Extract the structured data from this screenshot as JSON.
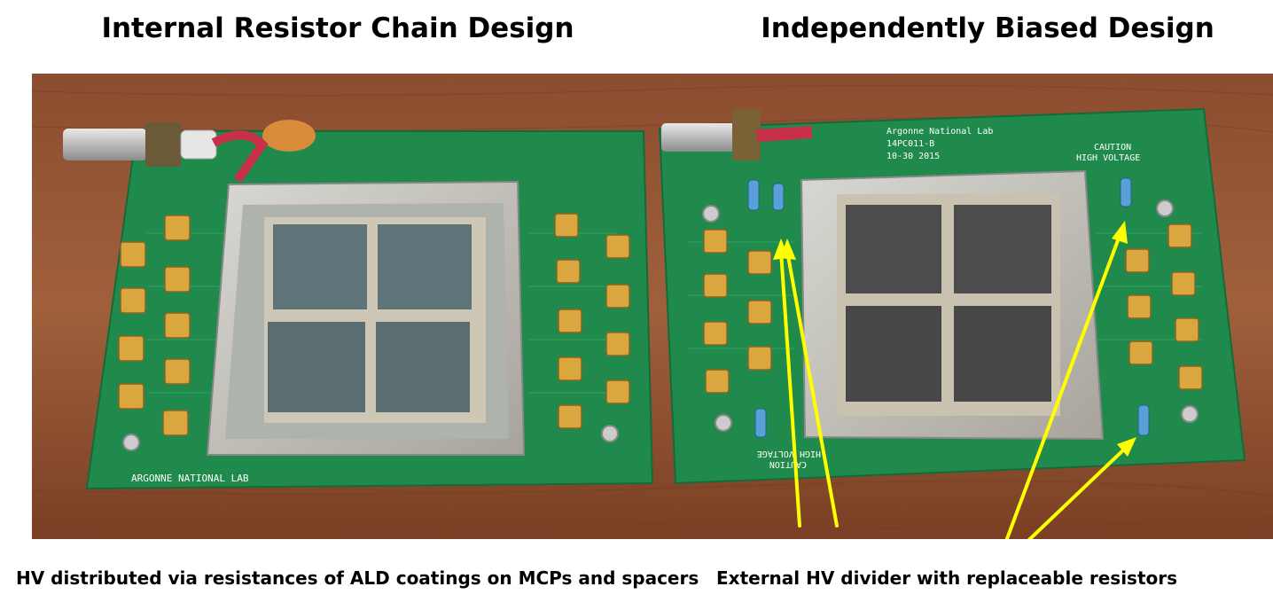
{
  "headings": {
    "left": "Internal Resistor Chain Design",
    "right": "Independently Biased Design"
  },
  "captions": {
    "left": "HV distributed via resistances of ALD coatings on MCPs and spacers",
    "right": "External HV divider with replaceable resistors"
  },
  "board_labels": {
    "left_lab": "ARGONNE NATIONAL LAB",
    "right_lab": "Argonne National Lab",
    "right_part": "14PC011-B",
    "right_date": "10-30 2015",
    "caution_top": "CAUTION",
    "caution_top_2": "HIGH VOLTAGE",
    "caution_bottom": "CAUTION",
    "caution_bottom_2": "HIGH VOLTAGE"
  },
  "colors": {
    "table": "#8a4a2c",
    "board": "#1f8a4c",
    "gold": "#d9a640",
    "mcp": "#5c6e74",
    "arrow": "#ffff00"
  }
}
